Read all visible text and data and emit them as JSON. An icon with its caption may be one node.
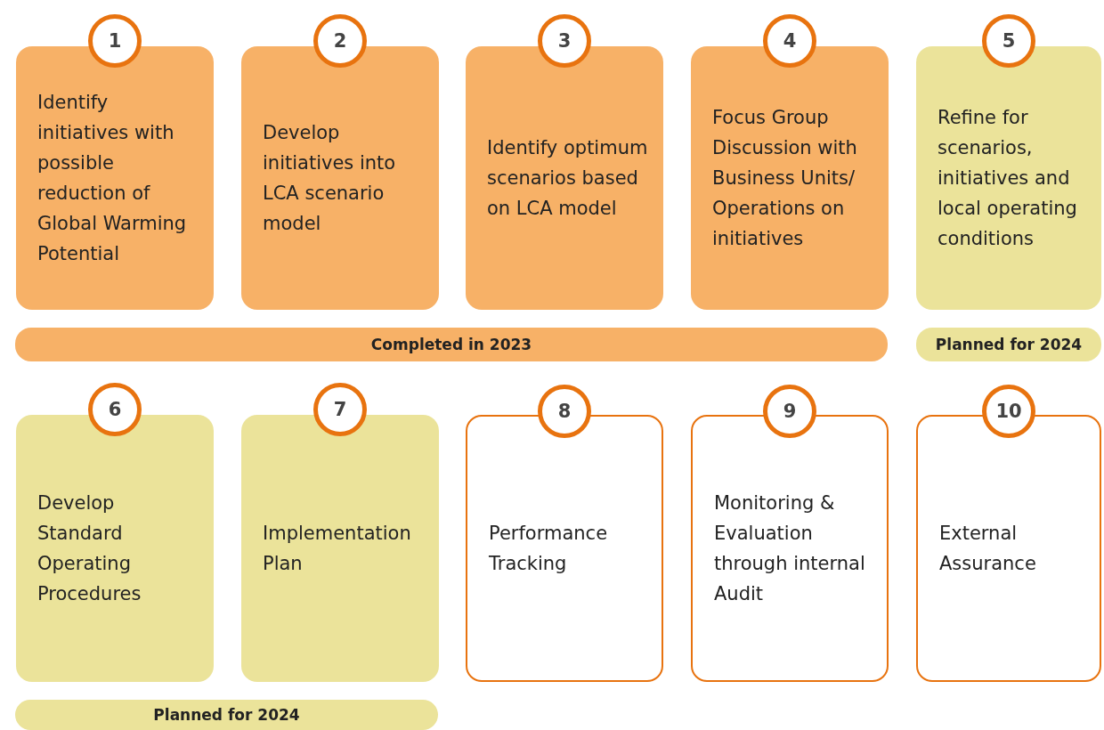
{
  "diagram": {
    "nodes": [
      {
        "text": [
          "1",
          "Identify initiatives with possible reduction of Global Warming Potential"
        ]
      },
      {
        "text": [
          "2",
          "Develop initiatives into LCA scenario model"
        ]
      },
      {
        "text": [
          "3",
          "Identify optimum scenarios based on LCA model"
        ]
      },
      {
        "text": [
          "4",
          "Focus Group Discussion with Business Units/ Operations on initiatives"
        ]
      },
      {
        "text": [
          "5",
          "Refine for scenarios, initiatives and local operating conditions"
        ]
      },
      {
        "text": [
          "Completed in 2023"
        ]
      },
      {
        "text": [
          "Planned for 2024"
        ]
      },
      {
        "text": [
          "6",
          "Develop Standard Operating Procedures"
        ]
      },
      {
        "text": [
          "7",
          "Implementation Plan"
        ]
      },
      {
        "text": [
          "8",
          "Performance Tracking"
        ]
      },
      {
        "text": [
          "9",
          "Monitoring & Evaluation through internal Audit"
        ]
      },
      {
        "text": [
          "10",
          "External Assurance"
        ]
      },
      {
        "text": [
          "Planned for 2024"
        ]
      }
    ],
    "edges": []
  }
}
